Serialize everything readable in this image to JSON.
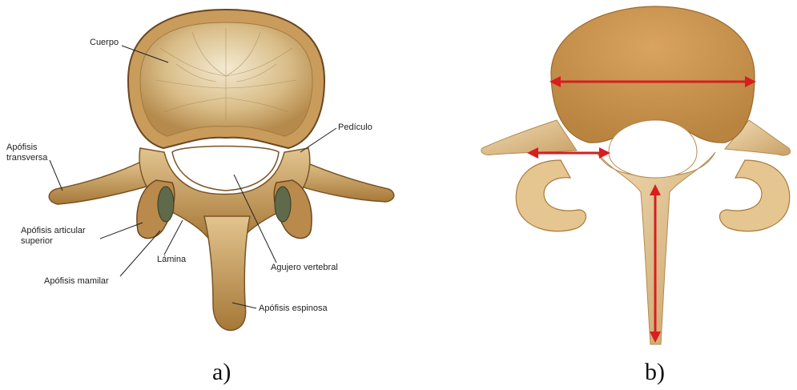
{
  "panel_a": {
    "caption": "a)",
    "labels": {
      "cuerpo": "Cuerpo",
      "pediculo": "Pedículo",
      "apofisis_transversa_1": "Apófisis",
      "apofisis_transversa_2": "transversa",
      "articular_superior_1": "Apófisis articular",
      "articular_superior_2": "superior",
      "lamina": "Lámina",
      "apofisis_mamilar": "Apófisis mamilar",
      "agujero_vertebral": "Agujero vertebral",
      "apofisis_espinosa": "Apófisis espinosa"
    }
  },
  "panel_b": {
    "caption": "b)",
    "measurement_color": "#d81e1e"
  },
  "colors": {
    "bone": "#c49a5c",
    "bone_dark": "#8a6230",
    "bone_light": "#e8d3a8",
    "cancellous": "#d9c08c"
  }
}
